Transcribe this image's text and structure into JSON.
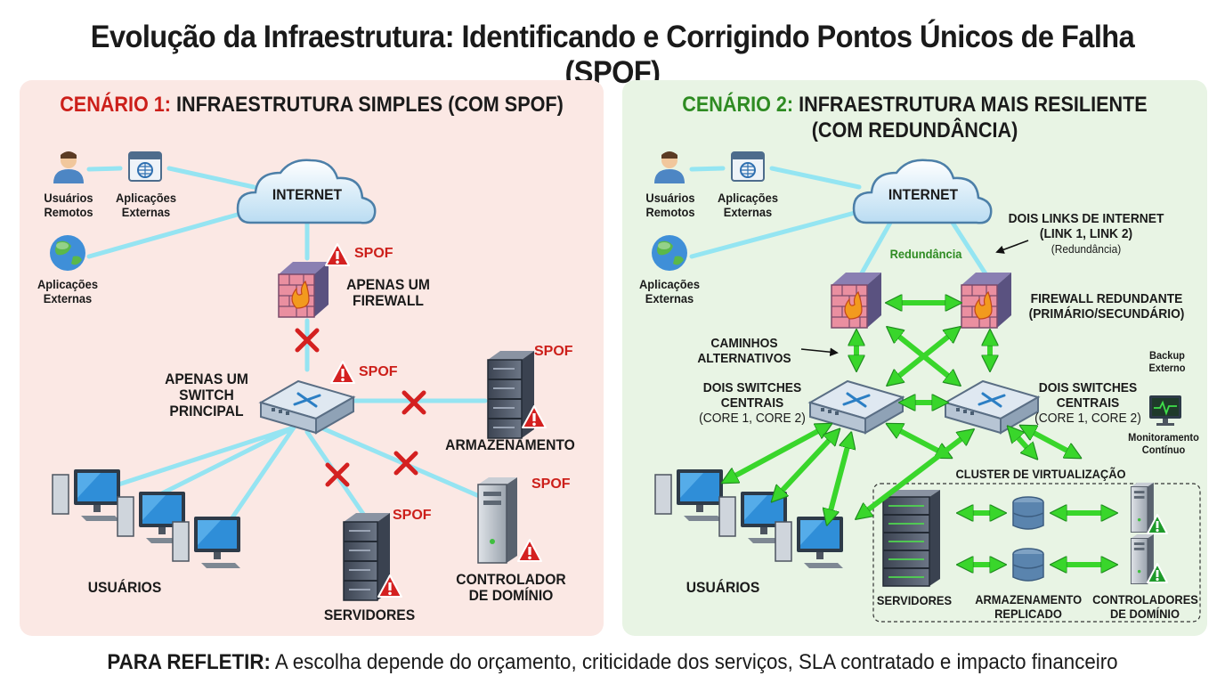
{
  "title": "Evolução da Infraestrutura: Identificando e Corrigindo Pontos Únicos de Falha (SPOF)",
  "scenario1": {
    "prefix": "CENÁRIO 1:",
    "title": "INFRAESTRUTURA SIMPLES (COM SPOF)",
    "remote_users": "Usuários Remotos",
    "external_apps_1": "Aplicações Externas",
    "external_apps_2": "Aplicações Externas",
    "internet": "INTERNET",
    "firewall": "APENAS UM FIREWALL",
    "switch": "APENAS UM SWITCH PRINCIPAL",
    "storage": "ARMAZENAMENTO",
    "users": "USUÁRIOS",
    "servers": "SERVIDORES",
    "domain_controller": "CONTROLADOR DE DOMÍNIO",
    "spof": "SPOF"
  },
  "scenario2": {
    "prefix": "CENÁRIO 2:",
    "title_line1": "INFRAESTRUTURA MAIS RESILIENTE",
    "title_line2": "(COM REDUNDÂNCIA)",
    "remote_users": "Usuários Remotos",
    "external_apps_1": "Aplicações Externas",
    "external_apps_2": "Aplicações Externas",
    "internet": "INTERNET",
    "redundancy": "Redundância",
    "two_links": "DOIS LINKS DE INTERNET (LINK 1, LINK 2)",
    "two_links_note": "(Redundância)",
    "firewall": "FIREWALL REDUNDANTE (PRIMÁRIO/SECUNDÁRIO)",
    "alt_paths": "CAMINHOS ALTERNATIVOS",
    "switches_left_title": "DOIS SWITCHES CENTRAIS",
    "switches_left_sub": "(CORE 1, CORE 2)",
    "switches_right_title": "DOIS SWITCHES CENTRAIS",
    "switches_right_sub": "(CORE 1, CORE 2)",
    "backup": "Backup Externo",
    "monitoring": "Monitoramento Contínuo",
    "cluster": "CLUSTER DE VIRTUALIZAÇÃO",
    "users": "USUÁRIOS",
    "servers": "SERVIDORES",
    "replicated_storage": "ARMAZENAMENTO REPLICADO",
    "domain_controllers": "CONTROLADORES DE DOMÍNIO"
  },
  "footer": {
    "lead": "PARA REFLETIR:",
    "text": "A escolha depende do orçamento, criticidade dos serviços, SLA contratado e impacto financeiro"
  },
  "colors": {
    "spof_red": "#cc1f1a",
    "redundancy_green": "#2e8b22",
    "link_cyan": "#7fe3f2",
    "arrow_green": "#39d62b",
    "left_bg": "#fbe8e4",
    "right_bg": "#e8f4e4"
  },
  "icons": [
    "user-icon",
    "app-window-icon",
    "globe-icon",
    "cloud-icon",
    "firewall-icon",
    "switch-icon",
    "server-rack-icon",
    "tower-server-icon",
    "desktop-pc-icon",
    "warning-icon",
    "x-mark-icon",
    "monitor-icon"
  ]
}
